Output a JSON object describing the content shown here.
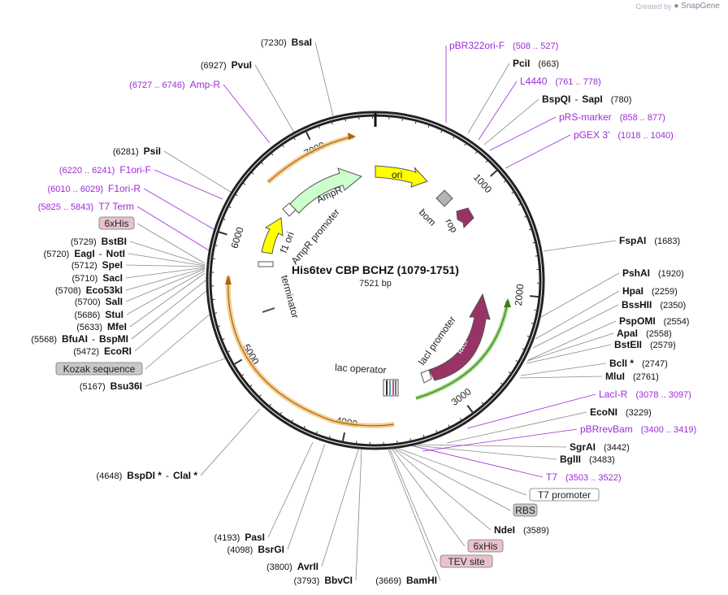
{
  "credit": {
    "created_by": "Created by",
    "logo_text": "SnapGene"
  },
  "plasmid": {
    "name": "His6tev CBP BCHZ (1079-1751)",
    "size_label": "7521 bp"
  },
  "ticks": [
    "1000",
    "2000",
    "3000",
    "4000",
    "5000",
    "6000",
    "7000"
  ],
  "features": [
    {
      "label": "ori",
      "color": "#ffff00"
    },
    {
      "label": "AmpR",
      "color": "#ccffcc"
    },
    {
      "label": "f1 ori",
      "color": "#ffff00"
    },
    {
      "label": "AmpR promoter",
      "color": "#ffffff"
    },
    {
      "label": "bom",
      "color": "#b4b4b4"
    },
    {
      "label": "rop",
      "color": "#993366"
    },
    {
      "label": "lacI",
      "color": "#993366"
    },
    {
      "label": "lacI promoter",
      "color": "#ffffff"
    },
    {
      "label": "lac operator",
      "color": "#ffffff"
    },
    {
      "label": "terminator",
      "color": "#ffffff"
    }
  ],
  "sites": [
    {
      "pos": "(7230)",
      "name": "BsaI"
    },
    {
      "pos": "(6927)",
      "name": "PvuI"
    },
    {
      "pos": "(6727 .. 6746)",
      "name": "Amp-R",
      "primer": true
    },
    {
      "pos": "(6281)",
      "name": "PsiI"
    },
    {
      "pos": "(6220 .. 6241)",
      "name": "F1ori-F",
      "primer": true
    },
    {
      "pos": "(6010 .. 6029)",
      "name": "F1ori-R",
      "primer": true
    },
    {
      "pos": "(5825 .. 5843)",
      "name": "T7 Term",
      "primer": true
    },
    {
      "pos": "",
      "name": "6xHis",
      "box": "#e8c3cc"
    },
    {
      "pos": "(5729)",
      "name": "BstBI"
    },
    {
      "pos": "(5720)",
      "name": "EagI",
      "name2": "NotI"
    },
    {
      "pos": "(5712)",
      "name": "SpeI"
    },
    {
      "pos": "(5710)",
      "name": "SacI"
    },
    {
      "pos": "(5708)",
      "name": "Eco53kI"
    },
    {
      "pos": "(5700)",
      "name": "SalI"
    },
    {
      "pos": "(5686)",
      "name": "StuI"
    },
    {
      "pos": "(5633)",
      "name": "MfeI"
    },
    {
      "pos": "(5568)",
      "name": "BfuAI",
      "name2": "BspMI"
    },
    {
      "pos": "(5472)",
      "name": "EcoRI"
    },
    {
      "pos": "",
      "name": "Kozak sequence",
      "box": "#c8c8c8"
    },
    {
      "pos": "(5167)",
      "name": "Bsu36I"
    },
    {
      "pos": "(4648)",
      "name": "BspDI *",
      "name2": "ClaI *"
    },
    {
      "pos": "(4193)",
      "name": "PasI"
    },
    {
      "pos": "(4098)",
      "name": "BsrGI"
    },
    {
      "pos": "(3800)",
      "name": "AvrII"
    },
    {
      "pos": "(3793)",
      "name": "BbvCI"
    },
    {
      "pos": "(3669)",
      "name": "BamHI"
    },
    {
      "pos": "",
      "name": "TEV site",
      "box": "#e8c3cc"
    },
    {
      "pos": "",
      "name": "6xHis",
      "box": "#e8c3cc"
    },
    {
      "pos": "(3589)",
      "name": "NdeI"
    },
    {
      "pos": "",
      "name": "RBS",
      "box": "#c8c8c8"
    },
    {
      "pos": "",
      "name": "T7 promoter",
      "box": "#ffffff"
    },
    {
      "pos": "(3503 .. 3522)",
      "name": "T7",
      "primer": true
    },
    {
      "pos": "(3483)",
      "name": "BglII"
    },
    {
      "pos": "(3442)",
      "name": "SgrAI"
    },
    {
      "pos": "(3400 .. 3419)",
      "name": "pBRrevBam",
      "primer": true
    },
    {
      "pos": "(3229)",
      "name": "EcoNI"
    },
    {
      "pos": "(3078 .. 3097)",
      "name": "LacI-R",
      "primer": true
    },
    {
      "pos": "(2761)",
      "name": "MluI"
    },
    {
      "pos": "(2747)",
      "name": "BclI *"
    },
    {
      "pos": "(2579)",
      "name": "BstEII"
    },
    {
      "pos": "(2558)",
      "name": "ApaI"
    },
    {
      "pos": "(2554)",
      "name": "PspOMI"
    },
    {
      "pos": "(2350)",
      "name": "BssHII"
    },
    {
      "pos": "(2259)",
      "name": "HpaI"
    },
    {
      "pos": "(1920)",
      "name": "PshAI"
    },
    {
      "pos": "(1683)",
      "name": "FspAI"
    },
    {
      "pos": "(1018 .. 1040)",
      "name": "pGEX 3'",
      "primer": true
    },
    {
      "pos": "(858 .. 877)",
      "name": "pRS-marker",
      "primer": true
    },
    {
      "pos": "(780)",
      "name": "BspQI",
      "name2": "SapI"
    },
    {
      "pos": "(761 .. 778)",
      "name": "L4440",
      "primer": true
    },
    {
      "pos": "(663)",
      "name": "PciI"
    },
    {
      "pos": "(508 .. 527)",
      "name": "pBR322ori-F",
      "primer": true
    }
  ]
}
